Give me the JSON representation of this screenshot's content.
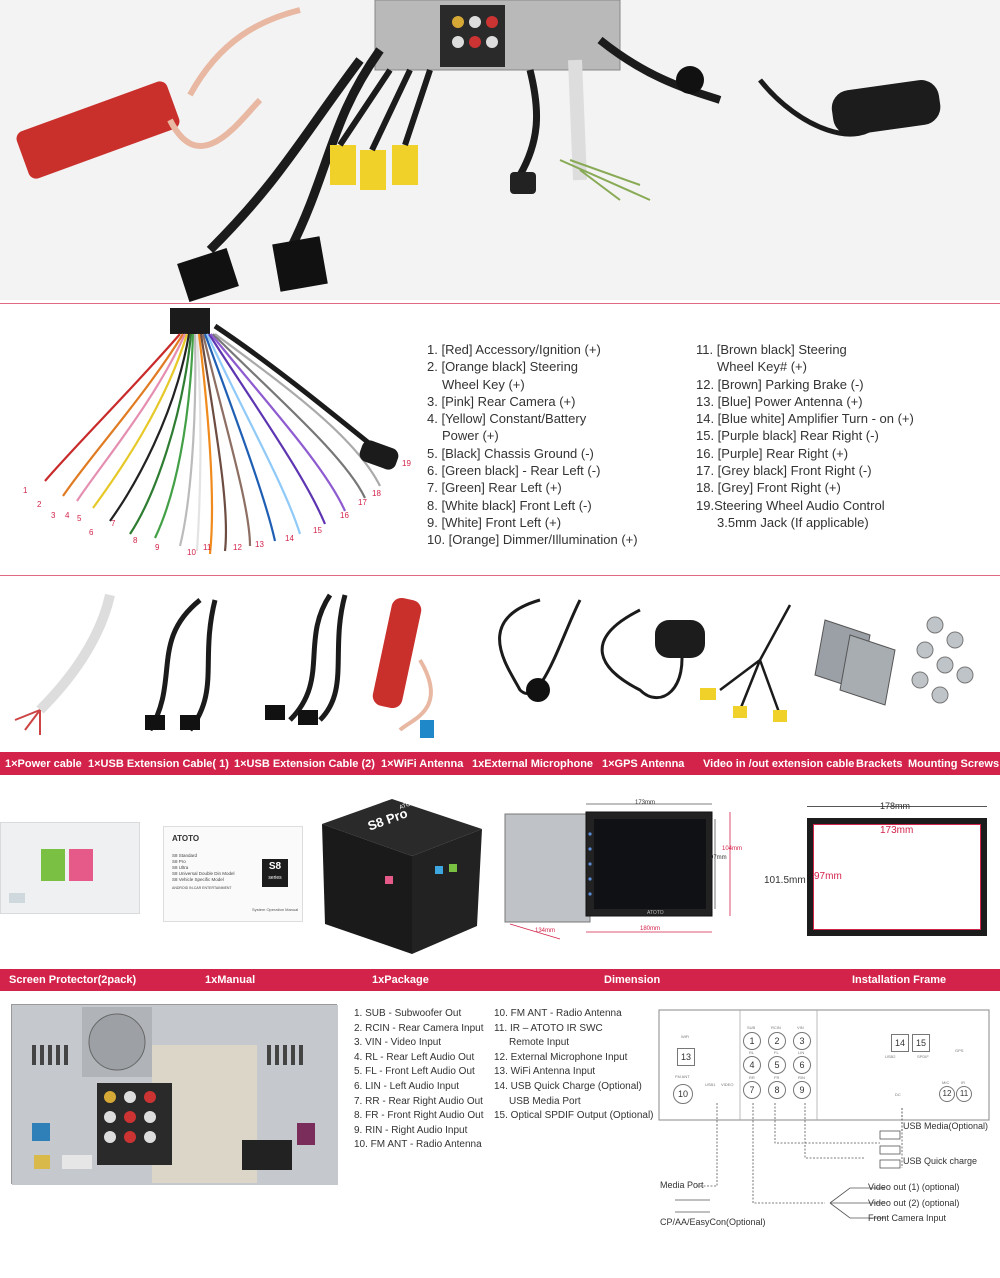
{
  "colors": {
    "accent": "#d3234a",
    "divider": "#e06a7f",
    "band_text": "#ffffff"
  },
  "wire_list": {
    "left": [
      "1. [Red] Accessory/Ignition (+)",
      "2. [Orange black] Steering",
      "Wheel Key (+)",
      "3. [Pink] Rear Camera (+)",
      "4. [Yellow] Constant/Battery",
      "Power (+)",
      "5. [Black] Chassis Ground (-)",
      "6. [Green black] - Rear Left (-)",
      "7. [Green] Rear Left (+)",
      "8. [White black] Front Left (-)",
      "9. [White] Front Left (+)",
      "10. [Orange] Dimmer/Illumination (+)"
    ],
    "right": [
      "11. [Brown black] Steering",
      "Wheel Key# (+)",
      "12. [Brown] Parking Brake (-)",
      "13. [Blue] Power Antenna (+)",
      "14. [Blue white] Amplifier Turn - on (+)",
      "15. [Purple black] Rear Right (-)",
      "16. [Purple] Rear Right (+)",
      "17. [Grey black] Front Right (-)",
      "18. [Grey] Front Right (+)",
      "19.Steering Wheel Audio Control",
      "3.5mm Jack (If applicable)"
    ],
    "markers": [
      "1",
      "2",
      "3",
      "4",
      "5",
      "6",
      "7",
      "8",
      "9",
      "10",
      "11",
      "12",
      "13",
      "14",
      "15",
      "16",
      "17",
      "18",
      "19"
    ]
  },
  "accessories_band": [
    "1×Power cable",
    "1×USB Extension Cable( 1)",
    "1×USB Extension Cable (2)",
    "1×WiFi Antenna",
    "1xExternal Microphone",
    "1×GPS Antenna",
    "Video in /out extension cable",
    "Brackets",
    "Mounting Screws"
  ],
  "package_band": [
    "Screen Protector(2pack)",
    "1xManual",
    "1xPackage",
    "Dimension",
    "Installation Frame"
  ],
  "manual": {
    "brand": "ATOTO",
    "items": [
      "S8 Standard",
      "S8 Pro",
      "S8 Ultra",
      "S8 Universal Double Din Model",
      "S8 Vehicle Specific Model"
    ],
    "tagline": "ANDROID IN-CAR ENTERTAINMENT",
    "series_code": "S8",
    "series_word": "series",
    "footer": "System Operation Manual"
  },
  "package_box": {
    "title": "S8 Pro",
    "brand": "ATOTO"
  },
  "dimension": {
    "width_top": "173mm",
    "height_inner": "97mm",
    "height_outer": "104mm",
    "width_bottom": "180mm",
    "depth": "134mm",
    "brand": "ATOTO"
  },
  "frame": {
    "outer_width": "178mm",
    "inner_width": "173mm",
    "outer_height": "101.5mm",
    "inner_height": "97mm"
  },
  "ports": {
    "left": [
      "1. SUB - Subwoofer Out",
      "2. RCIN - Rear Camera Input",
      "3. VIN - Video Input",
      "4. RL - Rear Left Audio Out",
      "5. FL - Front Left Audio Out",
      "6. LIN - Left Audio Input",
      "7. RR - Rear Right Audio Out",
      "8. FR - Front Right Audio Out",
      "9. RIN - Right Audio Input",
      "10. FM ANT - Radio Antenna"
    ],
    "right": [
      "10. FM ANT - Radio Antenna",
      "11. IR – ATOTO IR SWC",
      "Remote Input",
      "12. External Microphone Input",
      "13. WiFi Antenna Input",
      "14. USB Quick Charge (Optional)",
      "USB Media Port",
      "15. Optical SPDIF Output (Optional)"
    ]
  },
  "rear_diagram": {
    "numbers": [
      "13",
      "10",
      "1",
      "2",
      "3",
      "4",
      "5",
      "6",
      "7",
      "8",
      "9",
      "14",
      "15",
      "12",
      "11"
    ],
    "small_labels": [
      "WiFi",
      "FM ANT",
      "SUB",
      "RCIN",
      "VIN",
      "RL",
      "FL",
      "LIN",
      "RR",
      "FR",
      "RIN",
      "USB1",
      "USB2",
      "SPDIF",
      "GPS",
      "MIC",
      "IR",
      "VIDEO",
      "DC"
    ],
    "callouts": {
      "usb_media": "USB Media(Optional)",
      "usb_charge": "USB Quick charge",
      "media_port": "Media Port",
      "cp": "CP/AA/EasyCon(Optional)",
      "video_out_1": "Video out (1) (optional)",
      "video_out_2": "Video out (2) (optional)",
      "front_camera": "Front Camera Input"
    }
  }
}
